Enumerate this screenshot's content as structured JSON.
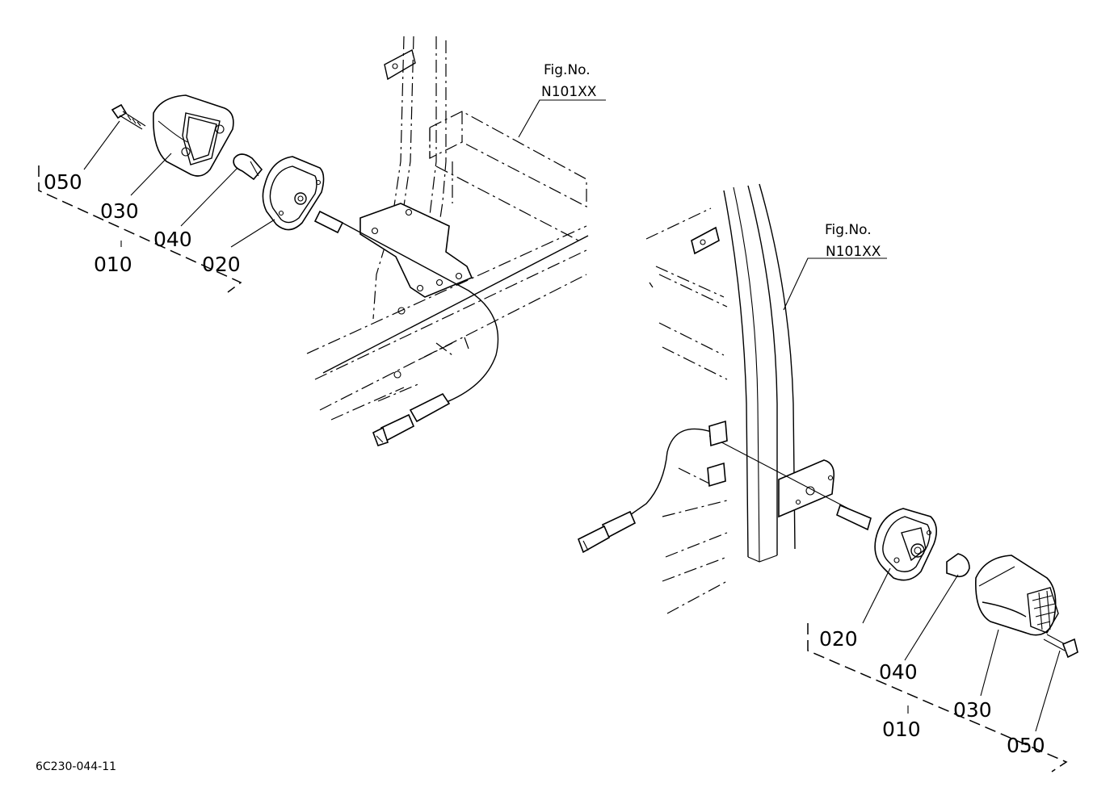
{
  "left_group": {
    "fig_ref_line1": "Fig.No.",
    "fig_ref_line2": "N101XX",
    "callouts": [
      "050",
      "030",
      "040",
      "020",
      "010"
    ]
  },
  "right_group": {
    "fig_ref_line1": "Fig.No.",
    "fig_ref_line2": "N101XX",
    "callouts": [
      "020",
      "040",
      "030",
      "010",
      "050"
    ]
  },
  "drawing_code": "6C230-044-11"
}
